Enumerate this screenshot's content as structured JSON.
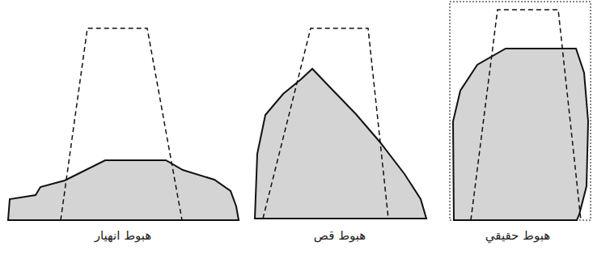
{
  "diagram": {
    "labels": [
      "هبوط حقيقي",
      "هبوط قص",
      "هبوط انهيار"
    ]
  }
}
